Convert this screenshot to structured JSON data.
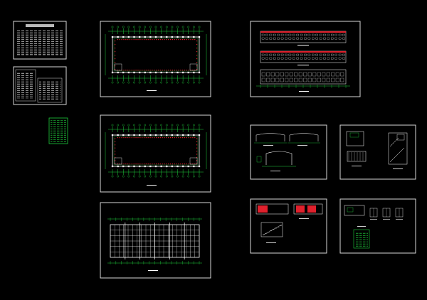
{
  "app": {
    "background": "#000000"
  },
  "colors": {
    "frame": "#d8d8d8",
    "green": "#1fcf3c",
    "red": "#e0202c",
    "white": "#ffffff",
    "dim_green": "#148a28"
  },
  "sheets": [
    {
      "id": "design-notes",
      "content": "text-notes"
    },
    {
      "id": "door-window-schedule",
      "content": "tables"
    },
    {
      "id": "title-table",
      "content": "green-table"
    },
    {
      "id": "first-floor-plan",
      "content": "plan"
    },
    {
      "id": "second-floor-plan",
      "content": "plan"
    },
    {
      "id": "roof-plan",
      "content": "roof-grid"
    },
    {
      "id": "elevations",
      "content": "elevations"
    },
    {
      "id": "side-elevations",
      "content": "elevations-small"
    },
    {
      "id": "stair-details",
      "content": "details"
    },
    {
      "id": "toilet-details",
      "content": "details-red"
    },
    {
      "id": "node-details",
      "content": "details-small"
    }
  ]
}
